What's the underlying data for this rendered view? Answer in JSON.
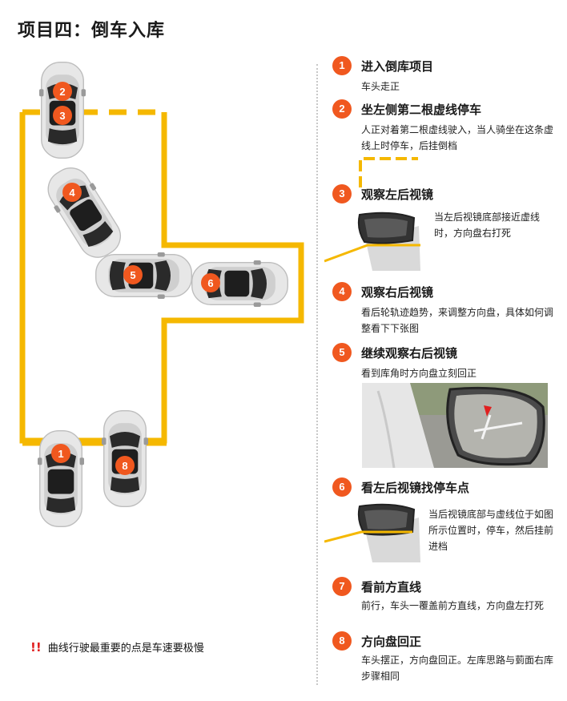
{
  "title": "项目四：倒车入库",
  "colors": {
    "accent": "#f0581f",
    "line": "#f5b800"
  },
  "cars": [
    {
      "label": "2"
    },
    {
      "label": "3"
    },
    {
      "label": "4"
    },
    {
      "label": "5"
    },
    {
      "label": "6"
    },
    {
      "label": "1"
    },
    {
      "label": "8"
    }
  ],
  "steps": [
    {
      "num": "1",
      "title": "进入倒库项目",
      "desc": "车头走正"
    },
    {
      "num": "2",
      "title": "坐左侧第二根虚线停车",
      "desc": "人正对着第二根虚线驶入，当人骑坐在这条虚线上时停车，后挂倒档"
    },
    {
      "num": "3",
      "title": "观察左后视镜",
      "desc": "当左后视镜底部接近虚线时，方向盘右打死"
    },
    {
      "num": "4",
      "title": "观察右后视镜",
      "desc": "看后轮轨迹趋势，来调整方向盘，具体如何调整看下下张图"
    },
    {
      "num": "5",
      "title": "继续观察右后视镜",
      "desc": "看到库角时方向盘立刻回正"
    },
    {
      "num": "6",
      "title": "看左后视镜找停车点",
      "desc": "当后视镜底部与虚线位于如图所示位置时，停车，然后挂前进档"
    },
    {
      "num": "7",
      "title": "看前方直线",
      "desc": "前行，车头一覆盖前方直线，方向盘左打死"
    },
    {
      "num": "8",
      "title": "方向盘回正",
      "desc": "车头摆正，方向盘回正。左库思路与菿面右库步骤相同"
    }
  ],
  "warning": {
    "mark": "!!",
    "text": "曲线行驶最重要的点是车速要极慢"
  },
  "icons": {
    "mirror": "side-mirror-icon"
  }
}
